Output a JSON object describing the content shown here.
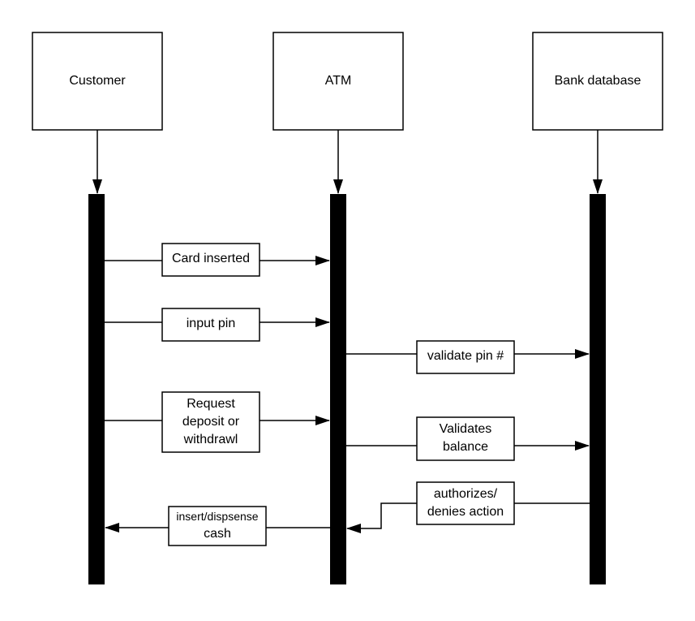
{
  "diagram": {
    "actors": [
      {
        "id": "customer",
        "label": "Customer"
      },
      {
        "id": "atm",
        "label": "ATM"
      },
      {
        "id": "bank",
        "label": "Bank database"
      }
    ],
    "messages": [
      {
        "id": "card-inserted",
        "from": "customer",
        "to": "atm",
        "lines": [
          "Card inserted"
        ]
      },
      {
        "id": "input-pin",
        "from": "customer",
        "to": "atm",
        "lines": [
          "input pin"
        ]
      },
      {
        "id": "validate-pin",
        "from": "atm",
        "to": "bank",
        "lines": [
          "validate pin #"
        ]
      },
      {
        "id": "request-deposit",
        "from": "customer",
        "to": "atm",
        "lines": [
          "Request",
          "deposit or",
          "withdrawl"
        ]
      },
      {
        "id": "validates-balance",
        "from": "atm",
        "to": "bank",
        "lines": [
          "Validates",
          "balance"
        ]
      },
      {
        "id": "authorizes-denies",
        "from": "bank",
        "to": "atm",
        "lines": [
          "authorizes/",
          "denies action"
        ]
      },
      {
        "id": "insert-dispense-cash",
        "from": "atm",
        "to": "customer",
        "lines": [
          "insert/dispsense",
          "cash"
        ]
      }
    ],
    "colors": {
      "stroke": "#000000",
      "lifeline": "#000000",
      "box_fill": "#ffffff"
    }
  }
}
